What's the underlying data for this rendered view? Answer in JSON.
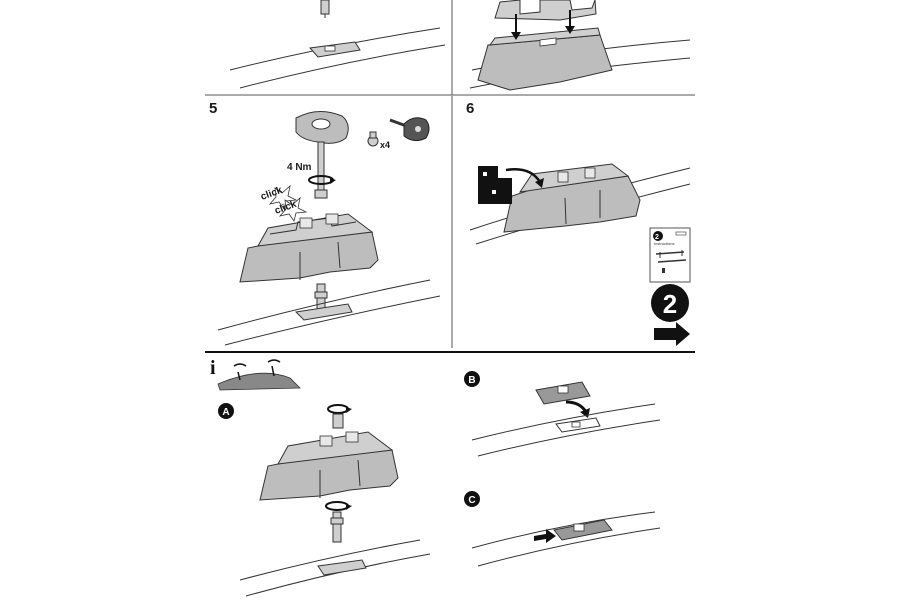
{
  "steps": {
    "step5_number": "5",
    "step6_number": "6",
    "torque_label": "4 Nm",
    "click_text_1": "click",
    "click_text_2": "click",
    "screw_qty": "x4"
  },
  "next": {
    "badge_number": "2",
    "mini_badge_number": "2",
    "mini_booklet_title": "Instructions"
  },
  "info": {
    "info_glyph": "i"
  },
  "sections": {
    "a_letter": "A",
    "b_letter": "B",
    "c_letter": "C"
  },
  "colors": {
    "line": "#1a1a1a",
    "gray": "#cfcfcf",
    "dark": "#555555"
  }
}
